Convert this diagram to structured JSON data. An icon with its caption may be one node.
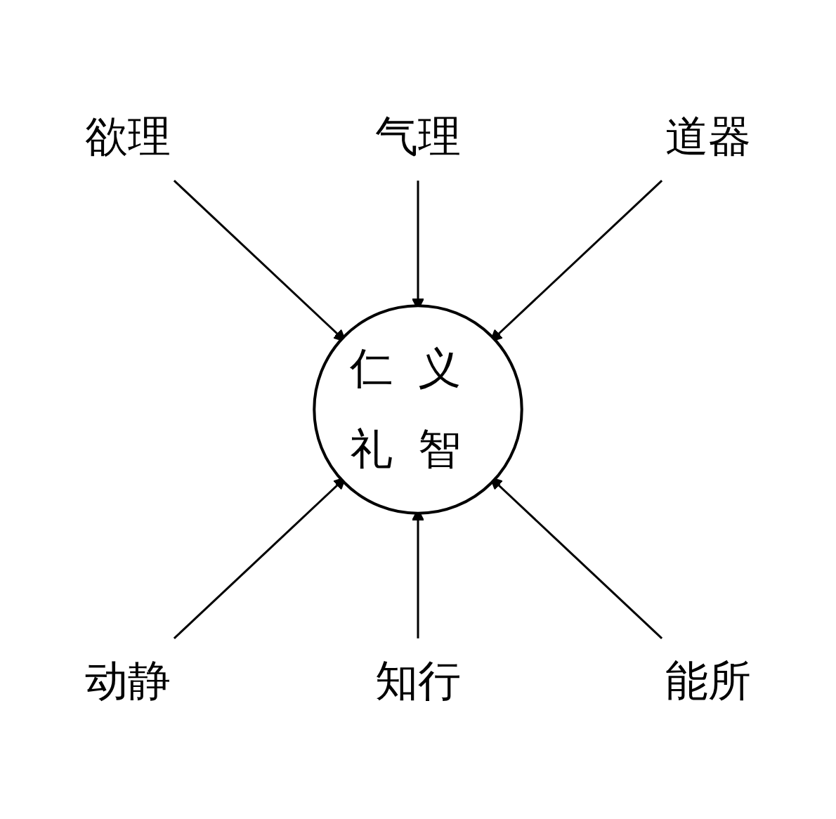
{
  "diagram": {
    "nodes": [
      {
        "text": [
          "欲理"
        ]
      },
      {
        "text": [
          "气理"
        ]
      },
      {
        "text": [
          "道器"
        ]
      },
      {
        "text": [
          "仁义礼智"
        ]
      },
      {
        "text": [
          "动静"
        ]
      },
      {
        "text": [
          "知行"
        ]
      },
      {
        "text": [
          "能所"
        ]
      }
    ],
    "edges": [
      {
        "from": 0,
        "to": 3,
        "arrow": "to"
      },
      {
        "from": 1,
        "to": 3,
        "arrow": "to"
      },
      {
        "from": 2,
        "to": 3,
        "arrow": "to"
      },
      {
        "from": 4,
        "to": 3,
        "arrow": "to"
      },
      {
        "from": 5,
        "to": 3,
        "arrow": "to"
      },
      {
        "from": 6,
        "to": 3,
        "arrow": "to"
      }
    ]
  }
}
